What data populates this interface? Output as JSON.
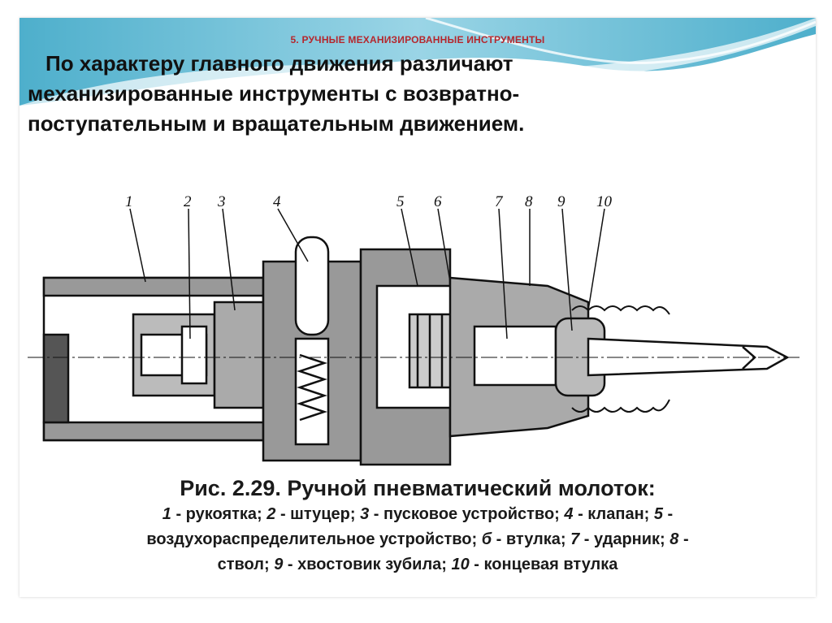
{
  "section_title": "5. РУЧНЫЕ МЕХАНИЗИРОВАННЫЕ ИНСТРУМЕНТЫ",
  "intro": {
    "line1": "По характеру главного движения различают",
    "line2": "механизированные инструменты с возвратно-",
    "line3": "поступательным и вращательным движением."
  },
  "figure": {
    "callouts": [
      "1",
      "2",
      "3",
      "4",
      "5",
      "6",
      "7",
      "8",
      "9",
      "10"
    ],
    "title": "Рис. 2.29. Ручной пневматический молоток:",
    "legend": [
      {
        "num": "1",
        "text": " - рукоятка; "
      },
      {
        "num": "2",
        "text": " - штуцер; "
      },
      {
        "num": "3",
        "text": " - пусковое устройство; "
      },
      {
        "num": "4",
        "text": " - клапан; "
      },
      {
        "num": "5",
        "text": " - воздухораспределительное устройство; "
      },
      {
        "num": "б",
        "text": " - втулка; "
      },
      {
        "num": "7",
        "text": " - ударник; "
      },
      {
        "num": "8",
        "text": " - ствол; "
      },
      {
        "num": "9",
        "text": " - хвостовик зубила; "
      },
      {
        "num": "10",
        "text": " - концевая втулка"
      }
    ]
  },
  "colors": {
    "accent_red": "#b5272d",
    "wave_blue": "#4fb3cf"
  }
}
